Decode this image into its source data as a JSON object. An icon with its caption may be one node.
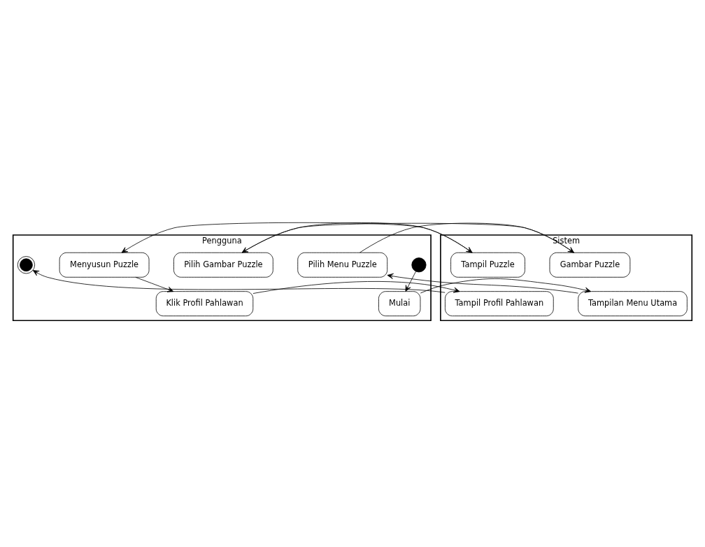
{
  "diagram": {
    "nodes": [
      {
        "text": [
          "Pengguna"
        ]
      },
      {
        "text": [
          "Sistem"
        ]
      },
      {
        "text": [],
        "shape": "circle",
        "in": 0
      },
      {
        "text": [
          "Mulai"
        ],
        "in": 0
      },
      {
        "text": [
          "Pilih Menu Puzzle"
        ],
        "in": 0
      },
      {
        "text": [
          "Pilih Gambar Puzzle"
        ],
        "in": 0
      },
      {
        "text": [
          "Menyusun Puzzle"
        ],
        "in": 0
      },
      {
        "text": [
          "Klik Profil Pahlawan"
        ],
        "in": 0
      },
      {
        "text": [],
        "shape": "bullseye",
        "in": 0
      },
      {
        "text": [
          "Tampilan Menu Utama"
        ],
        "in": 1
      },
      {
        "text": [
          "Gambar Puzzle"
        ],
        "in": 1
      },
      {
        "text": [
          "Tampil Puzzle"
        ],
        "in": 1
      },
      {
        "text": [
          "Tampil Profil Pahlawan"
        ],
        "in": 1
      }
    ],
    "edges": [
      {
        "from": 2,
        "to": 3,
        "arrow": "to"
      },
      {
        "from": 3,
        "to": 9,
        "arrow": "to"
      },
      {
        "from": 9,
        "to": 4,
        "arrow": "to"
      },
      {
        "from": 4,
        "to": 10,
        "arrow": "to"
      },
      {
        "from": 10,
        "to": 5,
        "arrow": "to"
      },
      {
        "from": 5,
        "to": 11,
        "arrow": "to"
      },
      {
        "from": 11,
        "to": 6,
        "arrow": "to"
      },
      {
        "from": 6,
        "to": 7,
        "arrow": "to"
      },
      {
        "from": 7,
        "to": 12,
        "arrow": "to"
      },
      {
        "from": 12,
        "to": 8,
        "arrow": "to"
      }
    ]
  }
}
